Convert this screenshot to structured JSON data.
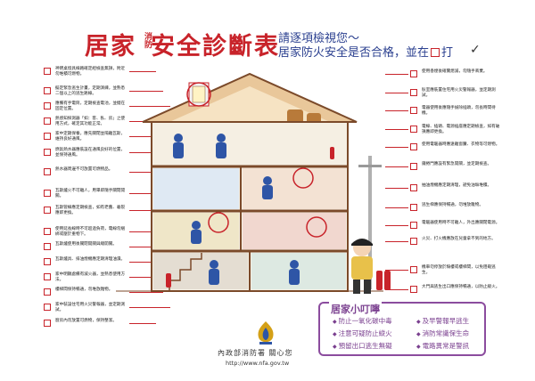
{
  "header": {
    "title_part1": "居家",
    "title_small": "消防",
    "title_part2": "安全診斷表",
    "subtitle_line1": "請逐項檢視您～",
    "subtitle_line2": "居家防火安全是否合格，並在",
    "subtitle_line2_end": "打",
    "tick_glyph": "✓"
  },
  "left_items": [
    {
      "text": "神明桌燈具線路確定經檢查無損，附近勿堆積可燃物。"
    },
    {
      "text": "擬定緊急逃生計畫，定期演練，並熟悉二個以上的逃生路線。"
    },
    {
      "text": "應備有手電筒，定期檢查電池，並擺在固定位置。"
    },
    {
      "text": "熱感知探測器「如：客、臥、房」之使用方式，確定其功能正常。"
    },
    {
      "text": "家中定期保養，應先關閉並隔離瓦斯，維持良好通風。"
    },
    {
      "text": "燃氣熱水器應裝設在通風良好的位置，並保持通風。"
    },
    {
      "text": "熱水器周邊不可放置可燃物品。"
    },
    {
      "text": "瓦斯爐火不可離人，用畢即隨手關閉開關。"
    },
    {
      "text": "瓦斯管線應定期檢查，如有老舊、龜裂應即更換。"
    },
    {
      "text": "使用延長線時不可超過負荷，電線勿綑綁或壓於重物下。"
    },
    {
      "text": "瓦斯爐使用後關閉開關與總開關。"
    },
    {
      "text": "瓦斯爐具、排油煙機應定期清理油漬。"
    },
    {
      "text": "家中明顯處備有滅火器，並熟悉使用方法。"
    },
    {
      "text": "樓梯間保持暢通，勿堆放雜物。"
    },
    {
      "text": "家中裝設住宅用火災警報器，並定期測試。"
    },
    {
      "text": "廚房內勿放置可燃物，保持整潔。"
    }
  ],
  "right_items": [
    {
      "text": "使用香煙後確實熄滅，勿隨手丟棄。"
    },
    {
      "text": "臥室應裝置住宅用火災警報器，並定期測試。"
    },
    {
      "text": "電器使用後應隨手拔除插頭，勿長時間待機。"
    },
    {
      "text": "電線、插頭、電源插座應定期檢查，如有破損應即更換。"
    },
    {
      "text": "使用電暖器時應遠離窗簾、衣物等可燃物。"
    },
    {
      "text": "鐵捲門應設有緊急開關，並定期檢查。"
    },
    {
      "text": "抽油煙機應定期清理，避免油垢堆積。"
    },
    {
      "text": "逃生梯應保持暢通，勿堆放雜物。"
    },
    {
      "text": "電暖器使用時不可離人，外出應關閉電源。"
    },
    {
      "text": "火災、打火機應放在兒童拿不到的地方。"
    },
    {
      "text": "機車勿停放於騎樓或樓梯間，以免阻礙逃生。"
    },
    {
      "text": "大門與逃生出口應保持暢通，以防止縱火。"
    }
  ],
  "tips": {
    "title": "居家小叮嚀",
    "items": [
      "防止一氧化碳中毒",
      "及早警報早逃生",
      "注意可疑防止縱火",
      "消防常識保生命",
      "預留出口逃生無礙",
      "電路異常是警訊"
    ]
  },
  "footer": {
    "org": "內政部消防署  關心您",
    "url": "http://www.nfa.gov.tw"
  },
  "colors": {
    "title_red": "#c8232a",
    "subtitle_blue": "#2a3f8f",
    "tips_purple": "#8b4c9e",
    "figure_blue": "#2e55a6"
  },
  "icons": [
    "house-illustration-icon",
    "firefighter-icon",
    "fire-safety-emblem-icon"
  ]
}
